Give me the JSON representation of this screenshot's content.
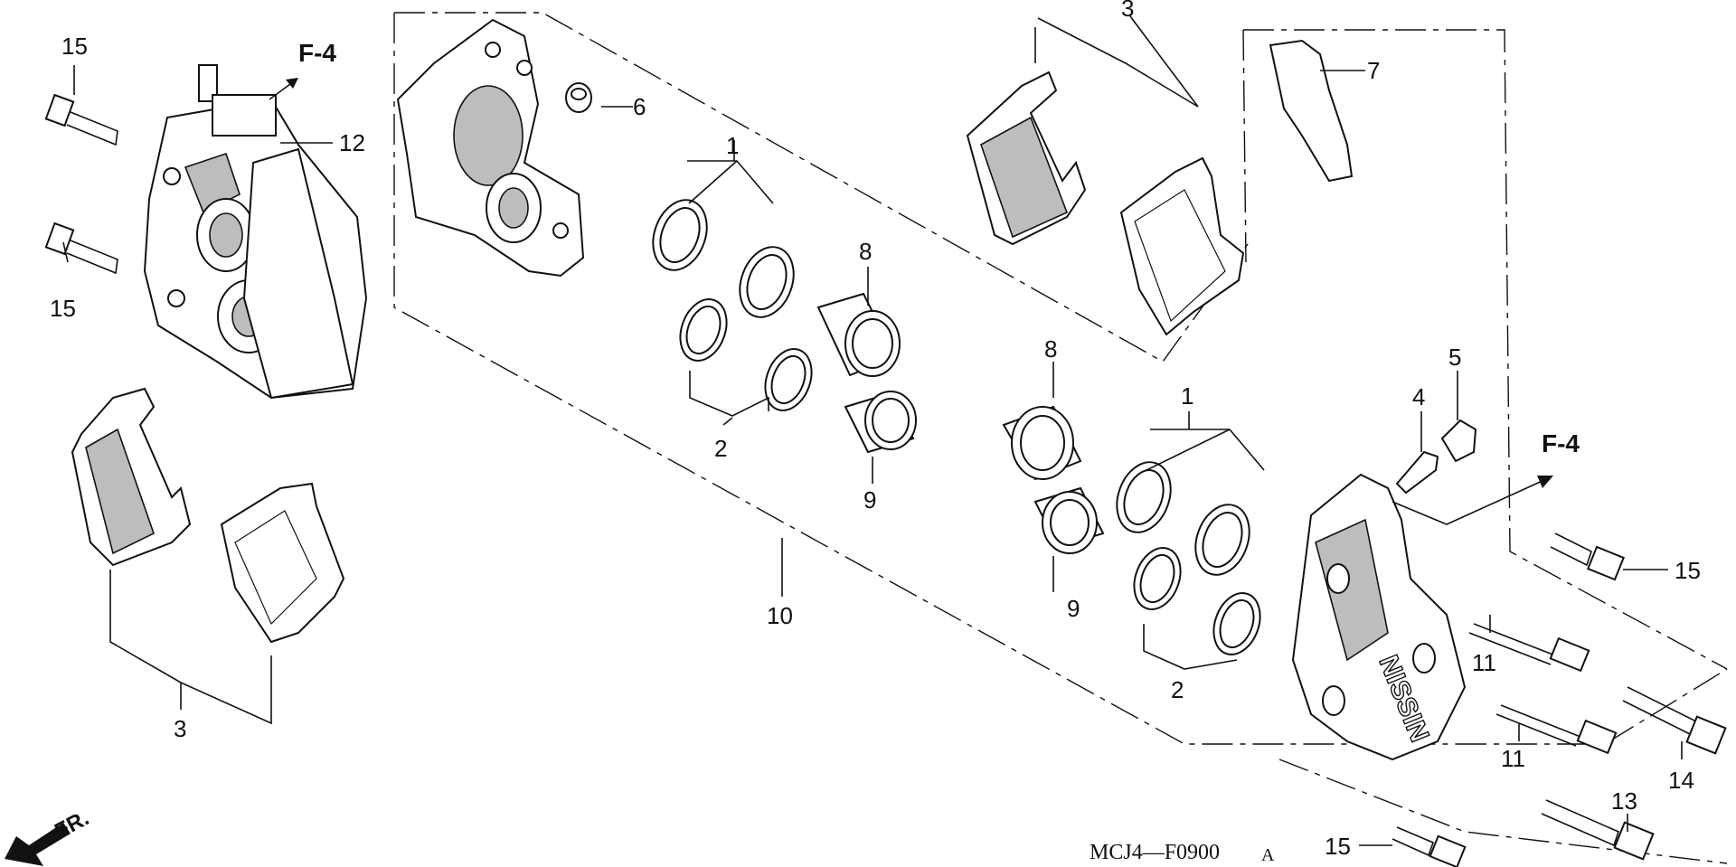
{
  "diagram": {
    "callouts": {
      "c1a": "1",
      "c1b": "1",
      "c2a": "2",
      "c2b": "2",
      "c3a": "3",
      "c3b": "3",
      "c4": "4",
      "c5": "5",
      "c6": "6",
      "c7": "7",
      "c8a": "8",
      "c8b": "8",
      "c9a": "9",
      "c9b": "9",
      "c10": "10",
      "c11a": "11",
      "c11b": "11",
      "c12": "12",
      "c13": "13",
      "c14": "14",
      "c15a": "15",
      "c15b": "15",
      "c15c": "15",
      "c15d": "15"
    },
    "refs": {
      "f4_left": "F-4",
      "f4_right": "F-4"
    },
    "direction_label": "FR.",
    "brand_mark": "NISSIN",
    "figure_code": "MCJ4—F0900",
    "figure_code_suffix": "A",
    "colors": {
      "ink": "#111111",
      "paper": "#ffffff",
      "shade": "#bdbdbd"
    }
  }
}
